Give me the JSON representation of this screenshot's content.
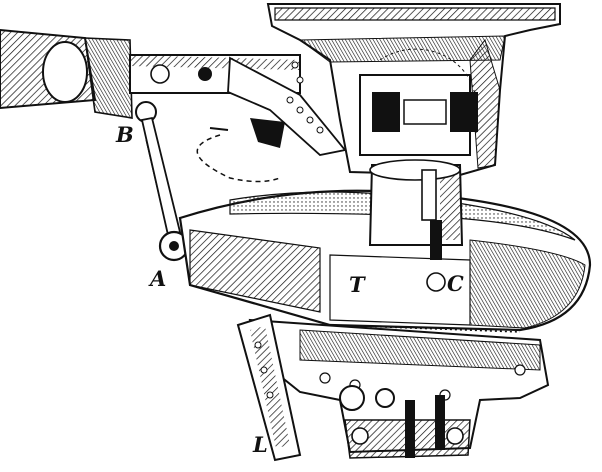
{
  "figure": {
    "labels": {
      "a": "A",
      "b": "B",
      "c": "C",
      "t": "T",
      "l": "L"
    }
  },
  "colors": {
    "ink": "#111111",
    "paper": "#ffffff"
  }
}
